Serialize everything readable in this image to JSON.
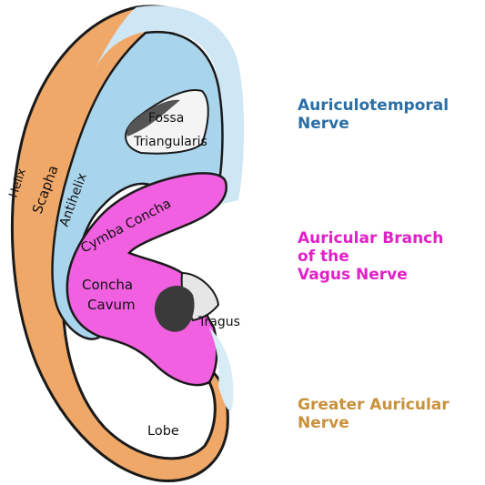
{
  "colors": {
    "auriculotemporal": "#2a6ea6",
    "vagus": "#e020c8",
    "greater_auricular": "#c8913c",
    "orange_region": "#f0a868",
    "blue_region": "#a8d4ec",
    "pink_region": "#f060e0",
    "light_region": "#d8ecf6"
  },
  "anatomy": {
    "helix": "Helix",
    "scapha": "Scapha",
    "antihelix": "Antihelix",
    "fossa_line1": "Fossa",
    "fossa_line2": "Triangularis",
    "cymba_concha": "Cymba Concha",
    "concha_line1": "Concha",
    "concha_line2": "Cavum",
    "tragus": "Tragus",
    "lobe": "Lobe"
  },
  "legend": {
    "auriculotemporal": [
      "Auriculotemporal",
      "Nerve"
    ],
    "vagus": [
      "Auricular Branch",
      "of the",
      "Vagus Nerve"
    ],
    "greater_auricular": [
      "Greater Auricular",
      "Nerve"
    ]
  }
}
